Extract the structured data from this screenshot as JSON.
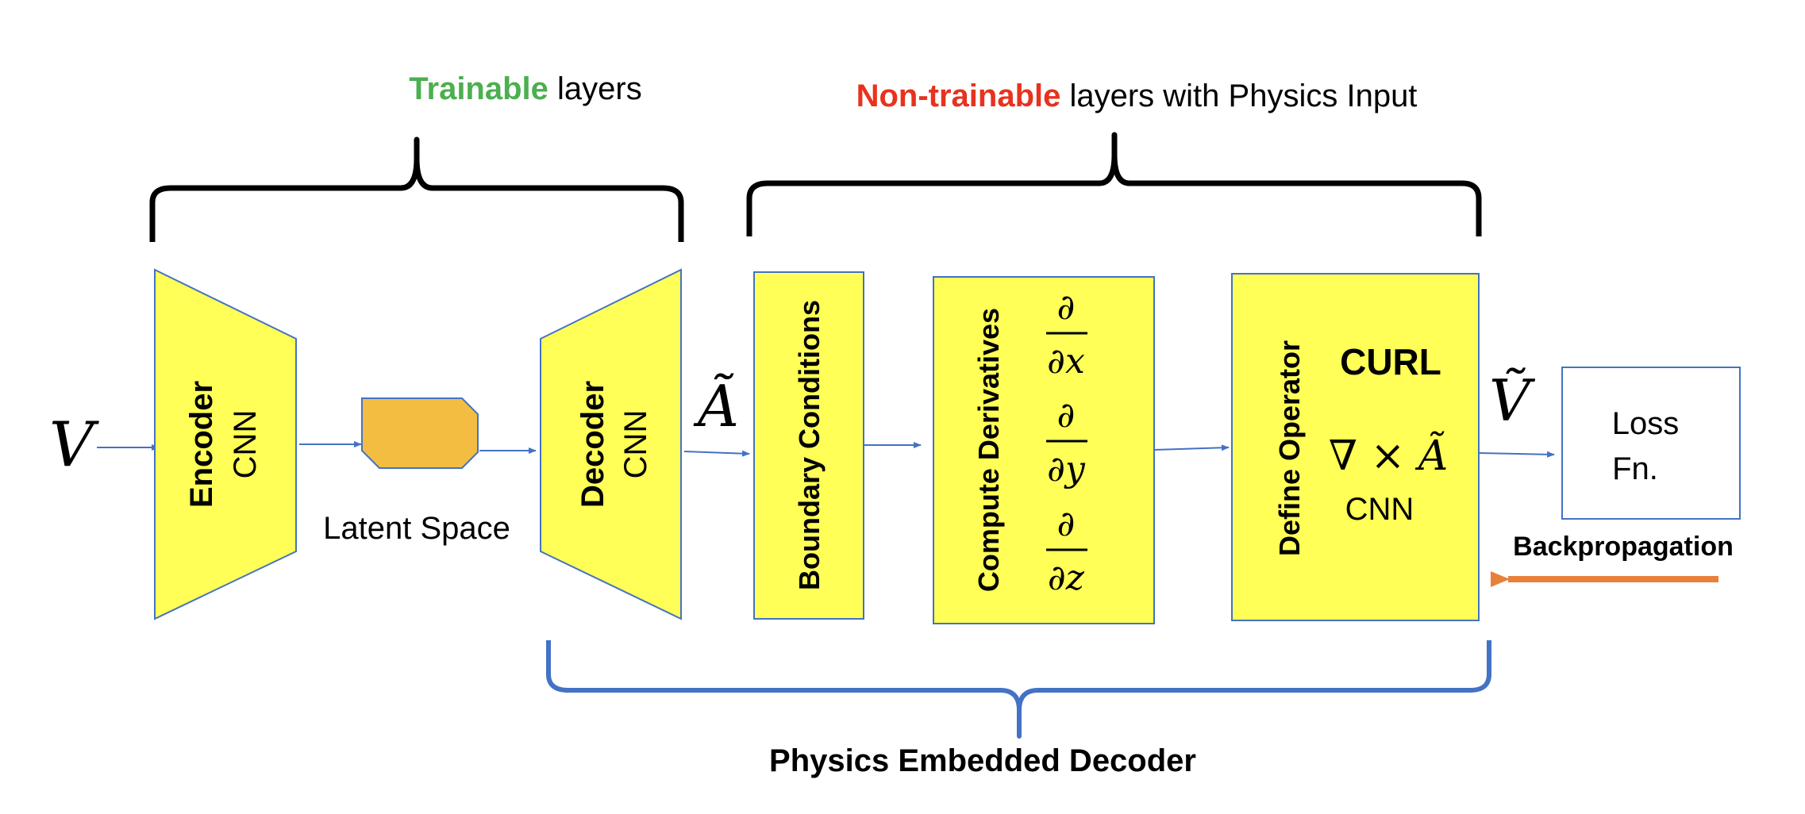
{
  "header": {
    "trainable_highlight": "Trainable",
    "trainable_rest": " layers",
    "nontrainable_highlight": "Non-trainable",
    "nontrainable_rest": " layers with Physics Input"
  },
  "nodes": {
    "input_symbol": "V",
    "encoder": {
      "title": "Encoder",
      "sub": "CNN"
    },
    "latent_label": "Latent Space",
    "decoder": {
      "title": "Decoder",
      "sub": "CNN"
    },
    "a_tilde": "Ã",
    "boundary": "Boundary Conditions",
    "derivatives": {
      "title": "Compute  Derivatives",
      "partial": "∂",
      "dx": "∂x",
      "dy": "∂y",
      "dz": "∂z"
    },
    "operator": {
      "title": "Define Operator",
      "curl": "CURL",
      "expr": "∇ × Ã",
      "sub": "CNN"
    },
    "output_symbol": "Ṽ",
    "loss": {
      "line1": "Loss",
      "line2": "Fn."
    },
    "backprop": "Backpropagation"
  },
  "footer": {
    "group_label": "Physics Embedded Decoder"
  },
  "colors": {
    "block_fill": "#ffff57",
    "latent_fill": "#f3bd42",
    "arrow": "#4472c4",
    "trainable": "#4caf50",
    "nontrainable": "#e8321e",
    "backprop_arrow": "#e8803a",
    "bracket_blue": "#4472c4"
  }
}
